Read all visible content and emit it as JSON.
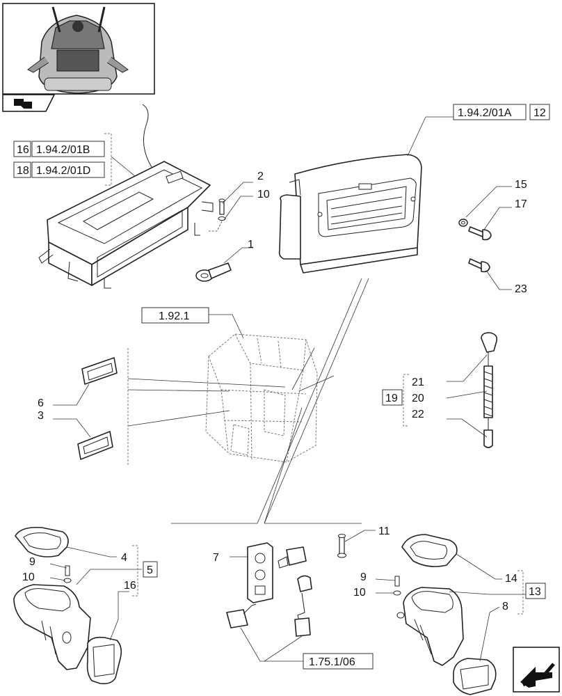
{
  "callouts": {
    "c1": "1",
    "c2": "2",
    "c3": "3",
    "c4": "4",
    "c5": "5",
    "c6": "6",
    "c7": "7",
    "c8": "8",
    "c9a": "9",
    "c9b": "9",
    "c10a": "10",
    "c10b": "10",
    "c10c": "10",
    "c11": "11",
    "c12": "12",
    "c13": "13",
    "c14": "14",
    "c15": "15",
    "c16a": "16",
    "c16b": "16",
    "c17": "17",
    "c18": "18",
    "c19": "19",
    "c20": "20",
    "c21": "21",
    "c22": "22",
    "c23": "23"
  },
  "references": {
    "r_19402b": "1.94.2/01B",
    "r_19402d": "1.94.2/01D",
    "r_19402a": "1.94.2/01A",
    "r_1921": "1.92.1",
    "r_17501": "1.75.1/06"
  },
  "icons": [
    "tractor-view-icon",
    "previous-page-arrow-icon",
    "next-page-arrow-icon"
  ]
}
